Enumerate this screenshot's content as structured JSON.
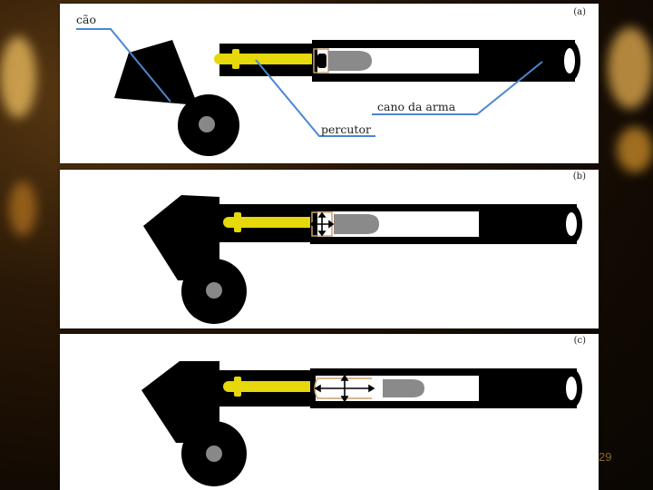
{
  "panels": [
    {
      "tag": "(a)"
    },
    {
      "tag": "(b)"
    },
    {
      "tag": "(c)"
    }
  ],
  "labels": {
    "hammer": "cão",
    "firing_pin": "percutor",
    "barrel": "cano da arma"
  },
  "page_number": "29",
  "colors": {
    "firing_pin": "#e6d80a",
    "leader_line": "#4a86d4",
    "cartridge": "#8a8a8a",
    "casing": "#c8a070",
    "body": "#000000"
  }
}
